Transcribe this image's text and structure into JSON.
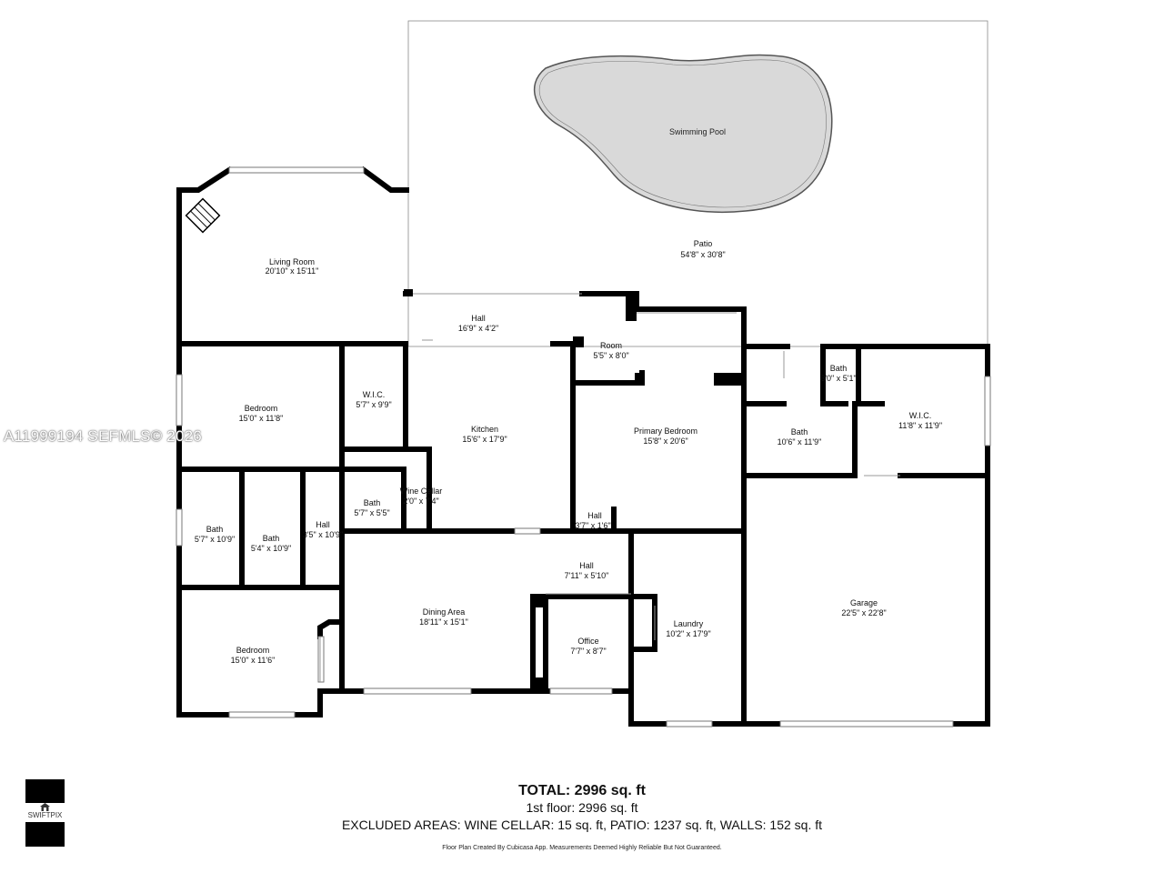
{
  "watermark": "A11999194  SEFMLS© 2026",
  "pool": {
    "label": "Swimming Pool"
  },
  "rooms": [
    {
      "name": "Patio",
      "dims": "54'8\" x 30'8\""
    },
    {
      "name": "Living Room",
      "dims": "20'10\" x 15'11\""
    },
    {
      "name": "Hall",
      "dims": "16'9\" x 4'2\""
    },
    {
      "name": "Room",
      "dims": "5'5\" x 8'0\""
    },
    {
      "name": "Bedroom",
      "dims": "15'0\" x 11'8\""
    },
    {
      "name": "W.I.C.",
      "dims": "5'7\" x 9'9\""
    },
    {
      "name": "Kitchen",
      "dims": "15'6\" x 17'9\""
    },
    {
      "name": "Primary Bedroom",
      "dims": "15'8\" x 20'6\""
    },
    {
      "name": "Bath",
      "dims": "3'0\" x 5'1\""
    },
    {
      "name": "Bath",
      "dims": "10'6\" x 11'9\""
    },
    {
      "name": "W.I.C.",
      "dims": "11'8\" x 11'9\""
    },
    {
      "name": "Wine Cellar",
      "dims": "2'0\" x 7'4\""
    },
    {
      "name": "Bath",
      "dims": "5'7\" x 5'5\""
    },
    {
      "name": "Hall",
      "dims": "3'7\" x 1'6\""
    },
    {
      "name": "Bath",
      "dims": "5'7\" x 10'9\""
    },
    {
      "name": "Bath",
      "dims": "5'4\" x 10'9\""
    },
    {
      "name": "Hall",
      "dims": "3'5\" x 10'9\""
    },
    {
      "name": "Hall",
      "dims": "7'11\" x 5'10\""
    },
    {
      "name": "Garage",
      "dims": "22'5\" x 22'8\""
    },
    {
      "name": "Dining Area",
      "dims": "18'11\" x 15'1\""
    },
    {
      "name": "Laundry",
      "dims": "10'2\" x 17'9\""
    },
    {
      "name": "Bedroom",
      "dims": "15'0\" x 11'6\""
    },
    {
      "name": "Office",
      "dims": "7'7\" x 8'7\""
    }
  ],
  "summary": {
    "total": "TOTAL: 2996 sq. ft",
    "floor": "1st floor: 2996 sq. ft",
    "excluded": "EXCLUDED AREAS: WINE CELLAR: 15 sq. ft, PATIO: 1237 sq. ft, WALLS: 152 sq. ft",
    "note": "Floor Plan Created By Cubicasa App. Measurements Deemed Highly Reliable But Not Guaranteed."
  },
  "logo": {
    "brand": "SWIFTPIX"
  },
  "colors": {
    "wall": "#000000",
    "pool_fill": "#d9d9d9",
    "outline": "#8a8a8a"
  }
}
